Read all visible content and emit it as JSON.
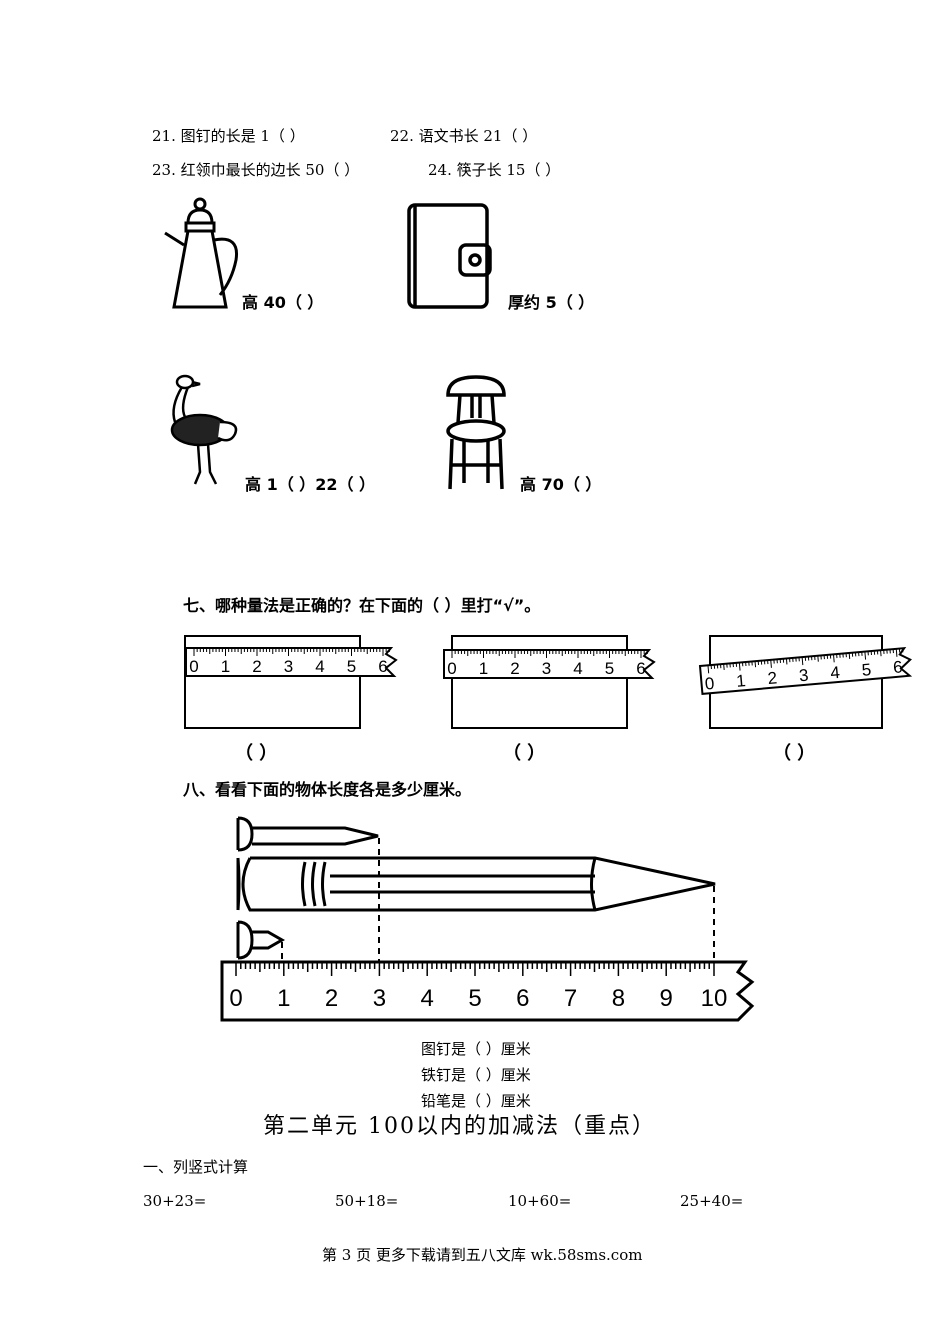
{
  "questions": {
    "q21": "21. 图钉的长是 1（  ）",
    "q22": "22. 语文书长 21（  ）",
    "q23": "23.  红领巾最长的边长 50（  ）",
    "q24": "24. 筷子长 15（  ）"
  },
  "pictures": {
    "kettle_label": "高 40（   ）",
    "book_label": "厚约 5（   ）",
    "ostrich_label": "高 1（   ）22（   ）",
    "stool_label": "高 70（   ）"
  },
  "section7": {
    "title": "七、哪种量法是正确的？在下面的（  ）里打“√”。",
    "ruler_digits": [
      "0",
      "1",
      "2",
      "3",
      "4",
      "5",
      "6"
    ],
    "answers": [
      "（    ）",
      "（    ）",
      "（    ）"
    ]
  },
  "section8": {
    "title": "八、看看下面的物体长度各是多少厘米。",
    "ruler_digits": [
      "0",
      "1",
      "2",
      "3",
      "4",
      "5",
      "6",
      "7",
      "8",
      "9",
      "10"
    ],
    "answers": [
      "图钉是（     ）厘米",
      "铁钉是（     ）厘米",
      "铅笔是（     ）厘米"
    ]
  },
  "unit_title": "第二单元    100以内的加减法（重点）",
  "subsection": "一、列竖式计算",
  "equations": [
    "30+23=",
    "50+18=",
    "10+60=",
    "25+40="
  ],
  "footer": "第 3 页 更多下载请到五八文库 wk.58sms.com"
}
